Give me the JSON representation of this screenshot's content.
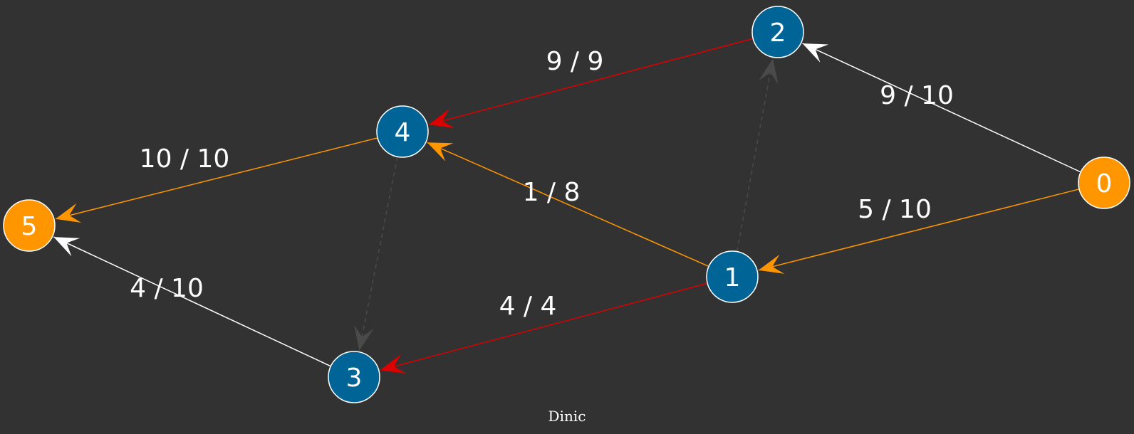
{
  "caption": "Dinic",
  "colors": {
    "background": "#323232",
    "node_blue": "#006496",
    "node_orange": "#FF9600",
    "edge_white": "#FFFFFF",
    "edge_orange": "#FF9600",
    "edge_red": "#DC0000",
    "edge_gray": "#4A4A4A"
  },
  "nodes": [
    {
      "id": "0",
      "label": "0",
      "color": "orange"
    },
    {
      "id": "1",
      "label": "1",
      "color": "blue"
    },
    {
      "id": "2",
      "label": "2",
      "color": "blue"
    },
    {
      "id": "3",
      "label": "3",
      "color": "blue"
    },
    {
      "id": "4",
      "label": "4",
      "color": "blue"
    },
    {
      "id": "5",
      "label": "5",
      "color": "orange"
    }
  ],
  "edges": [
    {
      "from": "0",
      "to": "2",
      "label": "9 / 10",
      "color": "white"
    },
    {
      "from": "0",
      "to": "1",
      "label": "5 / 10",
      "color": "orange"
    },
    {
      "from": "2",
      "to": "4",
      "label": "9 / 9",
      "color": "red"
    },
    {
      "from": "1",
      "to": "4",
      "label": "1 / 8",
      "color": "orange"
    },
    {
      "from": "1",
      "to": "3",
      "label": "4 / 4",
      "color": "red"
    },
    {
      "from": "1",
      "to": "2",
      "label": "",
      "color": "gray",
      "dashed": true
    },
    {
      "from": "4",
      "to": "3",
      "label": "",
      "color": "gray",
      "dashed": true
    },
    {
      "from": "4",
      "to": "5",
      "label": "10 / 10",
      "color": "orange"
    },
    {
      "from": "3",
      "to": "5",
      "label": "4 / 10",
      "color": "white"
    }
  ]
}
